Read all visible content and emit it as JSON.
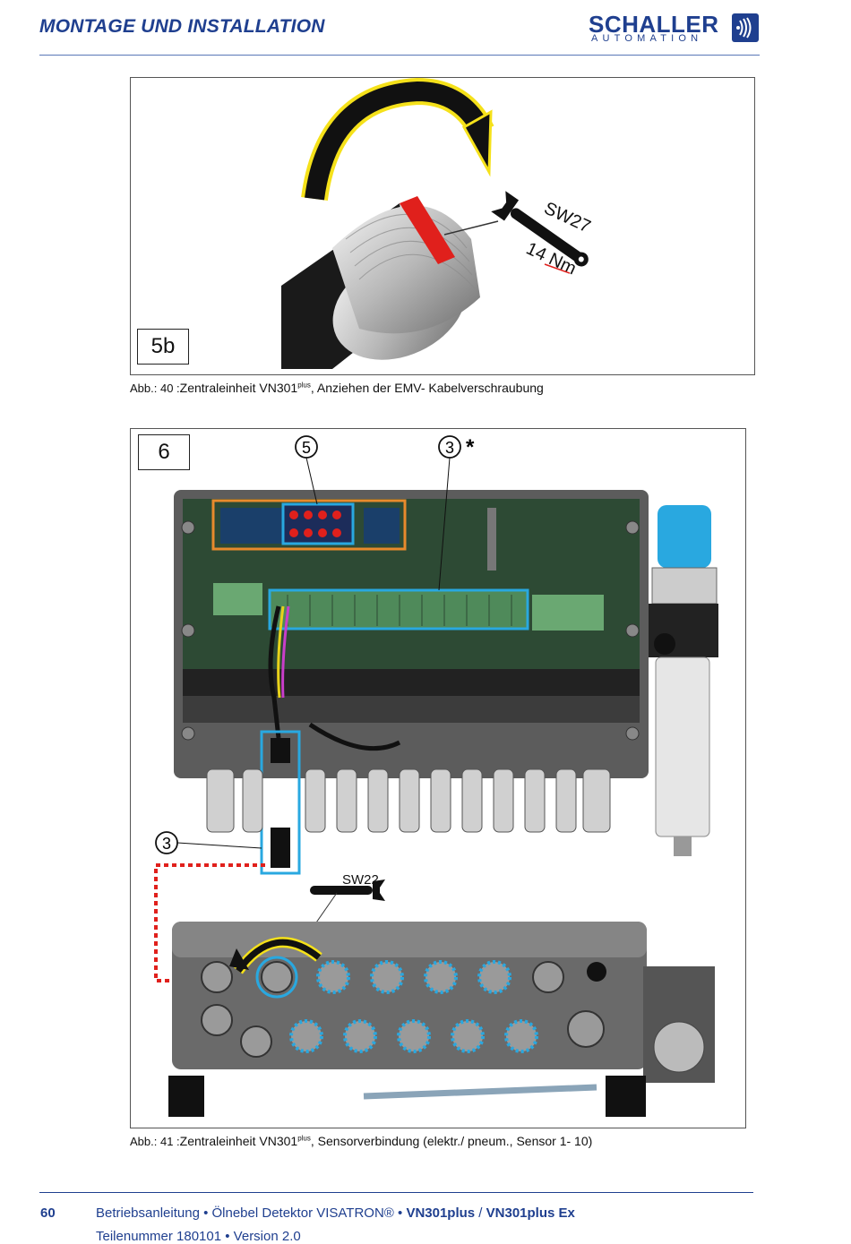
{
  "header": {
    "title": "MONTAGE UND INSTALLATION",
    "logo_name": "SCHALLER",
    "logo_sub": "AUTOMATION"
  },
  "figure40": {
    "step_label": "5b",
    "wrench_size": "SW27",
    "torque": "14 Nm",
    "caption_prefix": "Abb.: 40 :",
    "caption_main": "Zentraleinheit VN301",
    "caption_sup": "plus",
    "caption_rest": ", Anziehen der EMV- Kabelverschraubung"
  },
  "figure41": {
    "step_label": "6",
    "callout_top_left": "5",
    "callout_top_right": "3",
    "callout_top_right_mark": "*",
    "callout_left": "3",
    "wrench_size": "SW22",
    "caption_prefix": "Abb.: 41 :",
    "caption_main": "Zentraleinheit VN301",
    "caption_sup": "plus",
    "caption_rest": ", Sensorverbindung (elektr./ pneum., Sensor 1- 10)"
  },
  "footer": {
    "page_number": "60",
    "line1_text": "Betriebsanleitung • Ölnebel Detektor VISATRON® • ",
    "line1_bold_a": "VN301plus",
    "line1_sep": " / ",
    "line1_bold_b": "VN301plus Ex",
    "line2": "Teilenummer 180101 • Version 2.0"
  },
  "colors": {
    "brand_blue": "#1f3f8f",
    "highlight_cyan": "#29a8e0",
    "highlight_orange": "#e88a2c",
    "marker_red": "#e0201c",
    "arrow_yellow": "#f5e11a"
  }
}
